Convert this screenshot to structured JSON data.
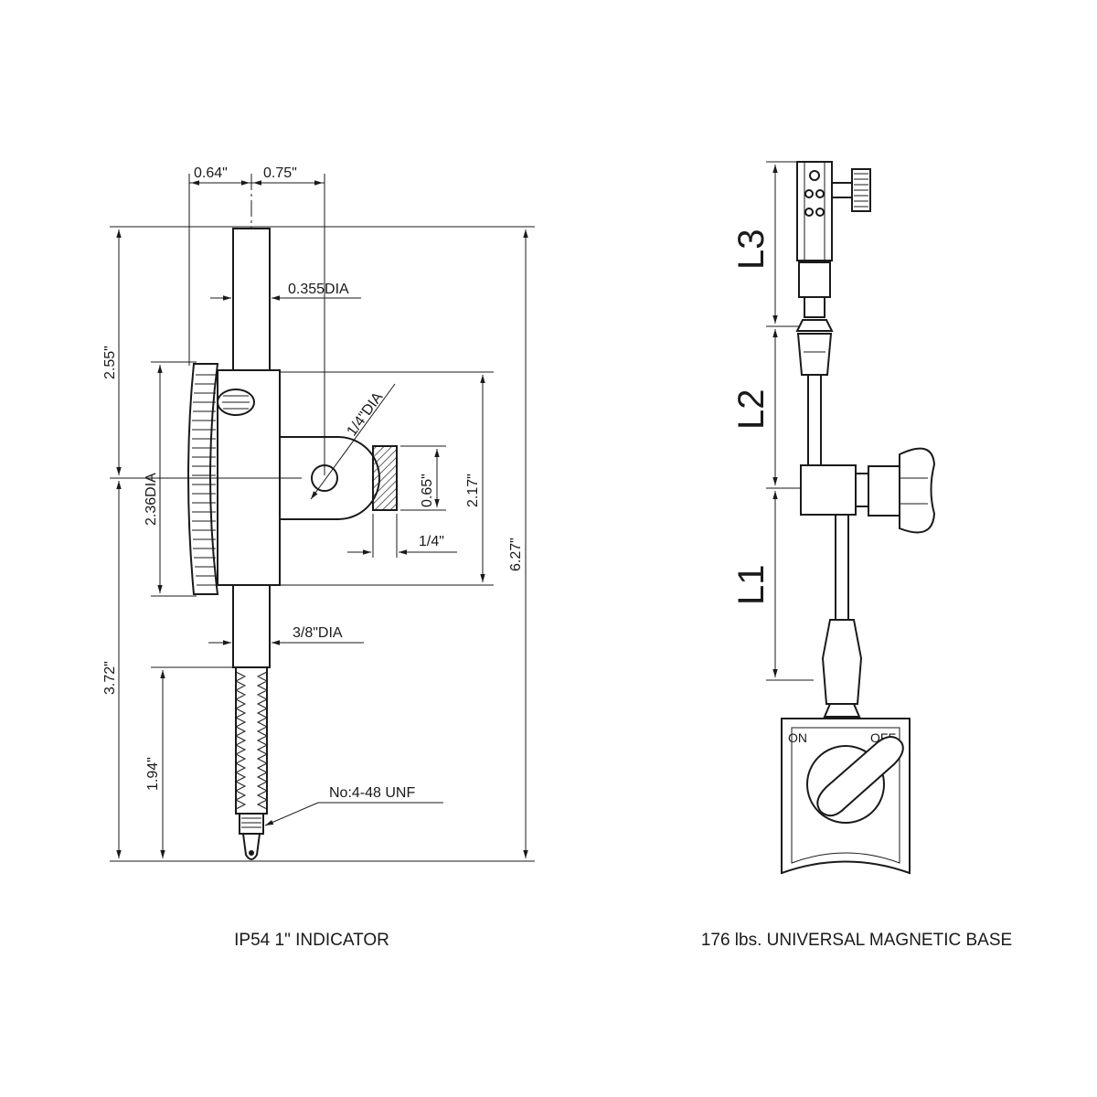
{
  "indicator": {
    "dim_top_left": "0.64\"",
    "dim_top_right": "0.75\"",
    "dim_stem_dia": "0.355DIA",
    "dim_upper_height": "2.55\"",
    "dim_face_dia": "2.36DIA",
    "dim_lug_hole": "1/4\"DIA",
    "dim_lug_height": "0.65\"",
    "dim_lug_thickness": "1/4\"",
    "dim_body_height": "2.17\"",
    "dim_total_height": "6.27\"",
    "dim_lower_stem_dia": "3/8\"DIA",
    "dim_lower_height": "3.72\"",
    "dim_spindle_length": "1.94\"",
    "thread_spec": "No:4-48 UNF",
    "caption": "IP54 1\" INDICATOR"
  },
  "magnetic_base": {
    "label_l3": "L3",
    "label_l2": "L2",
    "label_l1": "L1",
    "switch_on": "ON",
    "switch_off": "OFF",
    "caption": "176 lbs. UNIVERSAL MAGNETIC BASE"
  }
}
